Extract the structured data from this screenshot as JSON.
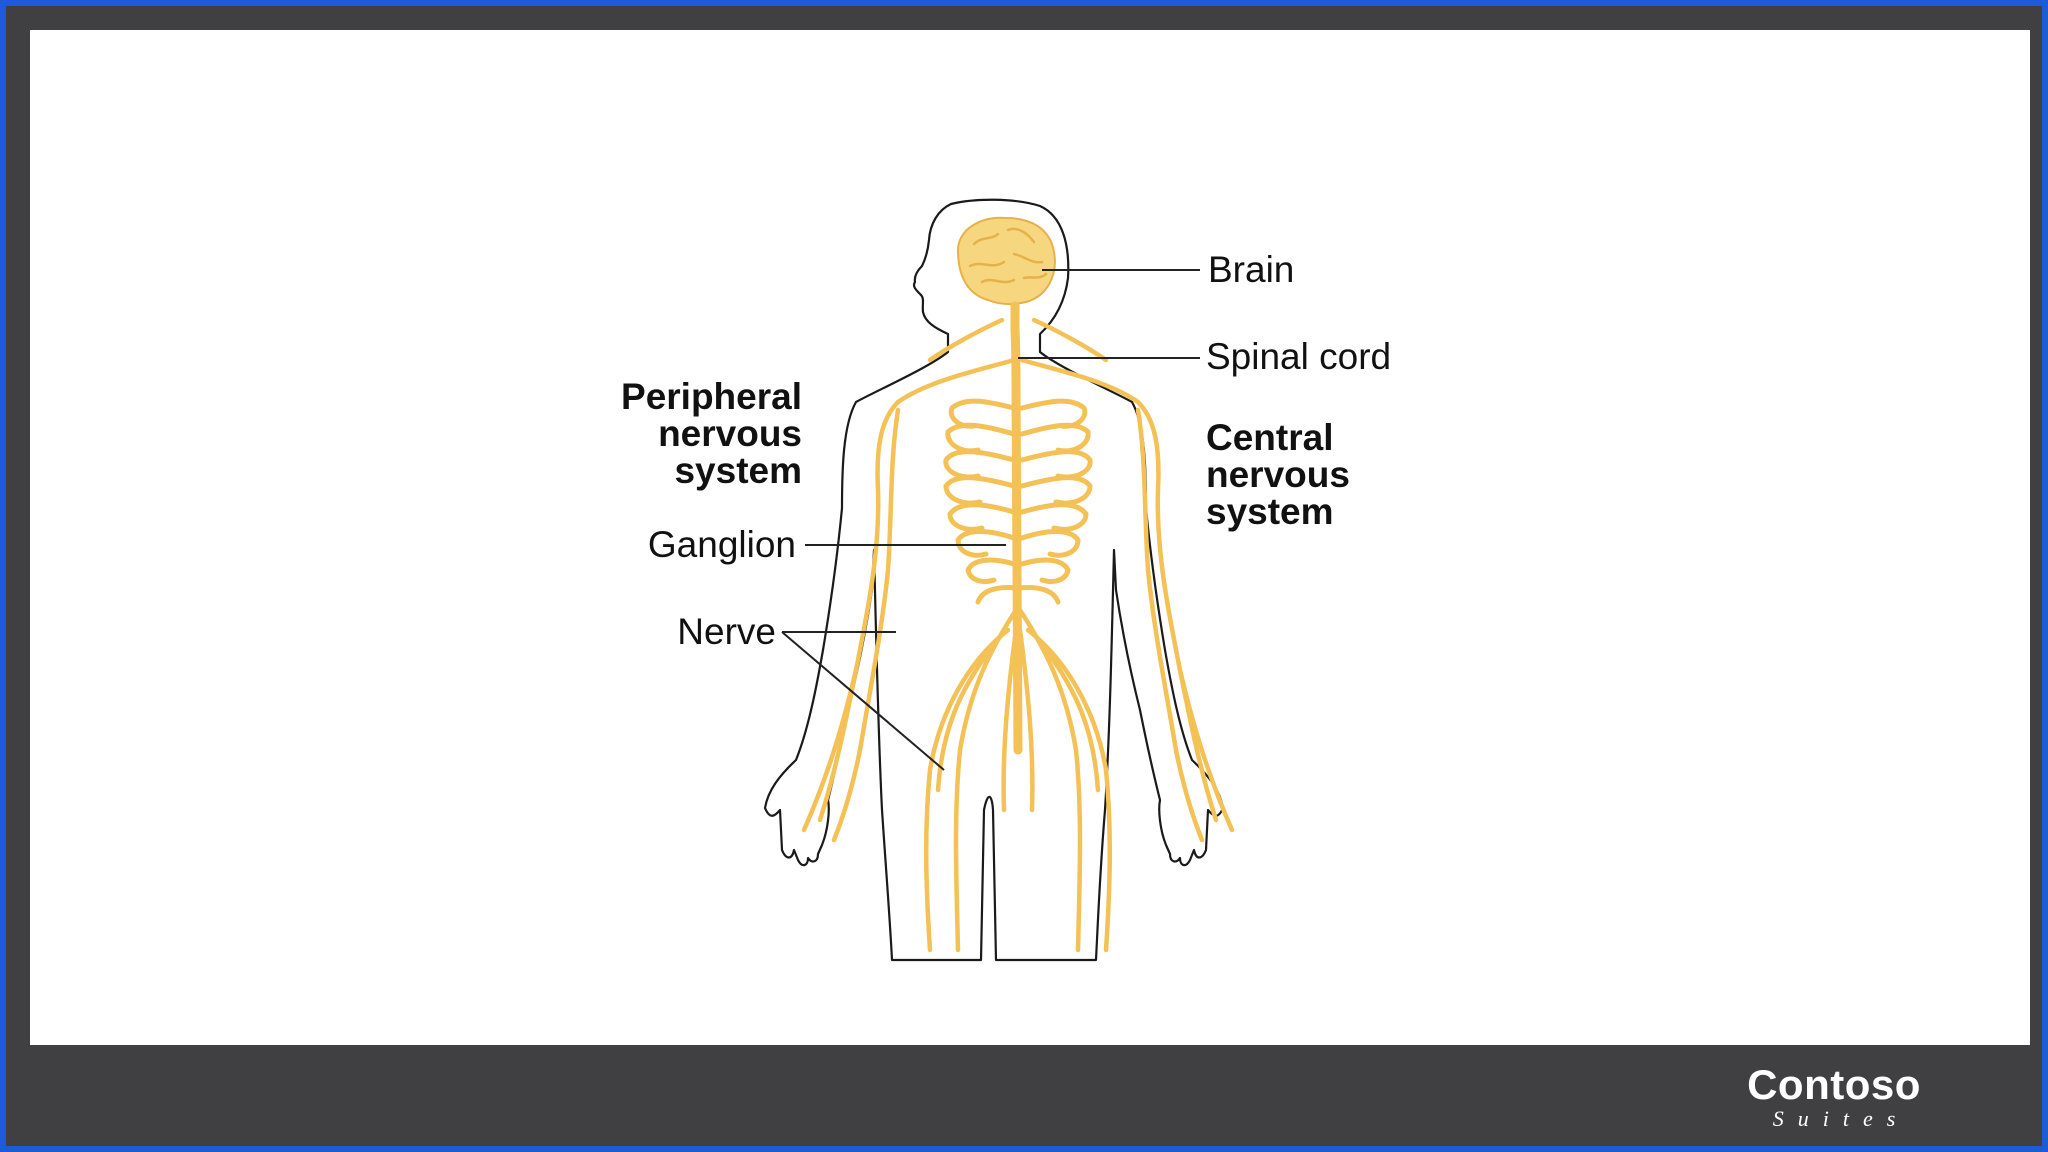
{
  "diagram": {
    "labels": {
      "brain": "Brain",
      "spinal_cord": "Spinal cord",
      "ganglion": "Ganglion",
      "nerve": "Nerve",
      "pns": [
        "Peripheral",
        "nervous",
        "system"
      ],
      "cns": [
        "Central",
        "nervous",
        "system"
      ]
    },
    "colors": {
      "nerve": "#f3c155",
      "brain": "#f7d680",
      "outline": "#1a1a1a"
    }
  },
  "branding": {
    "name": "Contoso",
    "tagline": "Suites"
  }
}
